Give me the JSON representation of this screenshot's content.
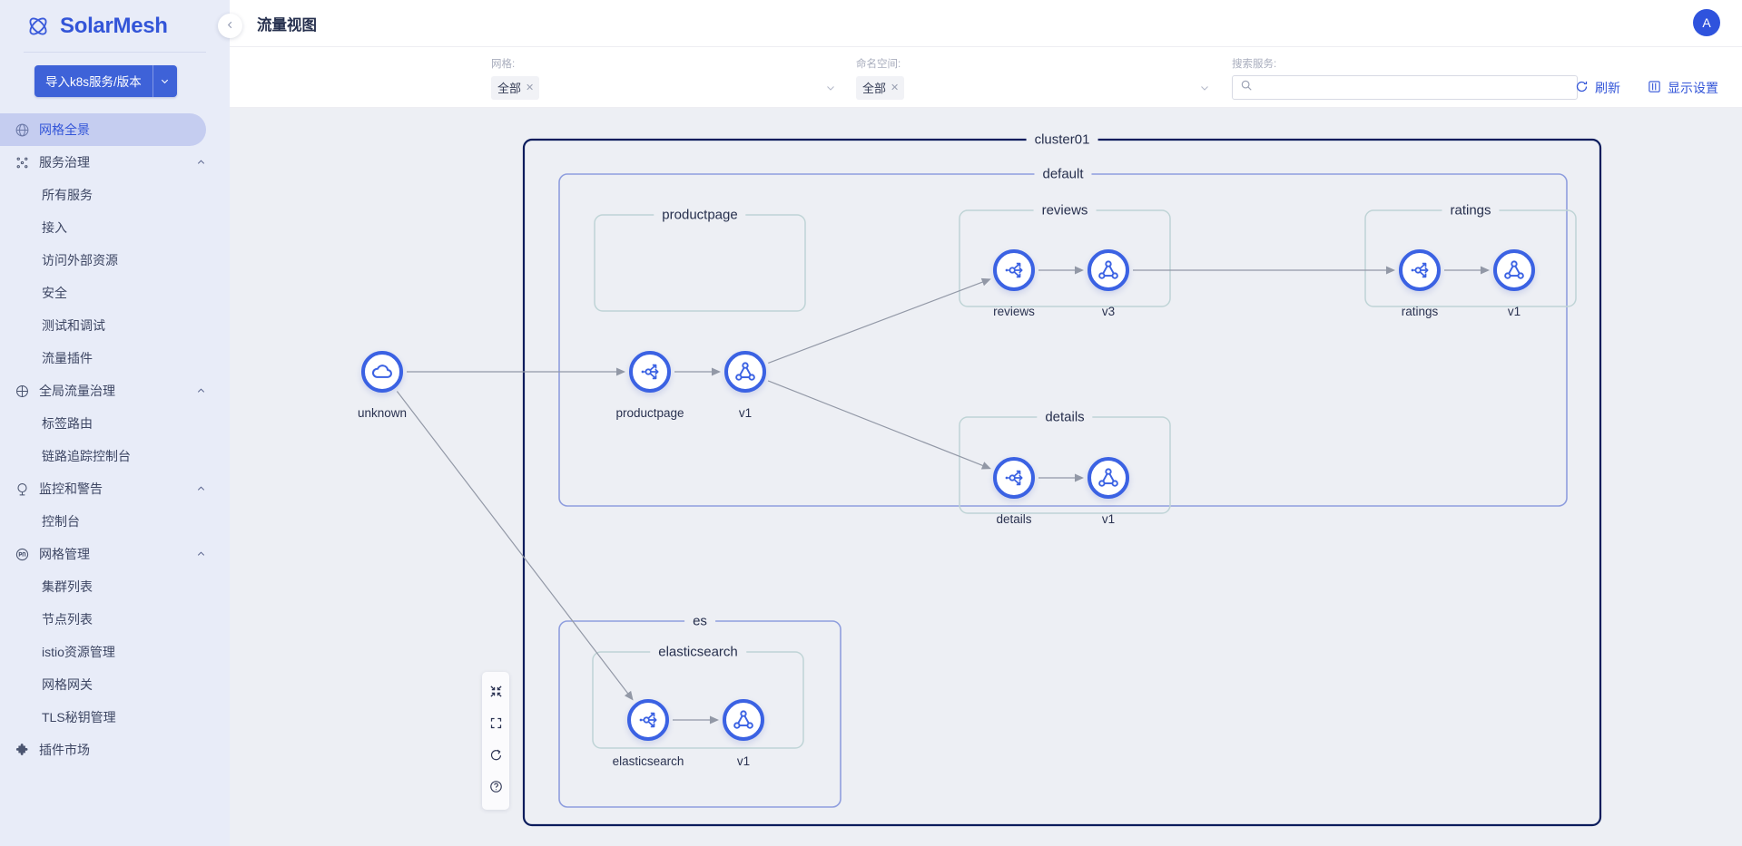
{
  "brand": {
    "name": "SolarMesh",
    "logo_icon": "atom-icon"
  },
  "sidebar": {
    "import_button": {
      "label": "导入k8s服务/版本",
      "caret_icon": "chevron-down-icon"
    },
    "items": [
      {
        "label": "网格全景",
        "icon": "globe-icon",
        "level": "group",
        "active": true,
        "caret": false
      },
      {
        "label": "服务治理",
        "icon": "nodes-icon",
        "level": "group",
        "active": false,
        "caret": true
      },
      {
        "label": "所有服务",
        "level": "child"
      },
      {
        "label": "接入",
        "level": "child"
      },
      {
        "label": "访问外部资源",
        "level": "child"
      },
      {
        "label": "安全",
        "level": "child"
      },
      {
        "label": "测试和调试",
        "level": "child"
      },
      {
        "label": "流量插件",
        "level": "child"
      },
      {
        "label": "全局流量治理",
        "icon": "flow-icon",
        "level": "group",
        "active": false,
        "caret": true
      },
      {
        "label": "标签路由",
        "level": "child"
      },
      {
        "label": "链路追踪控制台",
        "level": "child"
      },
      {
        "label": "监控和警告",
        "icon": "monitor-icon",
        "level": "group",
        "active": false,
        "caret": true
      },
      {
        "label": "控制台",
        "level": "child"
      },
      {
        "label": "网格管理",
        "icon": "mesh-icon",
        "level": "group",
        "active": false,
        "caret": true
      },
      {
        "label": "集群列表",
        "level": "child"
      },
      {
        "label": "节点列表",
        "level": "child"
      },
      {
        "label": "istio资源管理",
        "level": "child"
      },
      {
        "label": "网格网关",
        "level": "child"
      },
      {
        "label": "TLS秘钥管理",
        "level": "child"
      },
      {
        "label": "插件市场",
        "icon": "puzzle-icon",
        "level": "group",
        "active": false,
        "caret": false
      }
    ]
  },
  "header": {
    "title": "流量视图",
    "collapse_icon": "chevron-left-icon",
    "avatar_initial": "A"
  },
  "filters": [
    {
      "label": "网格:",
      "value": "全部",
      "remove_icon": "close-icon",
      "caret_icon": "chevron-down-icon"
    },
    {
      "label": "命名空间:",
      "value": "全部",
      "remove_icon": "close-icon",
      "caret_icon": "chevron-down-icon"
    }
  ],
  "search": {
    "label": "搜索服务:",
    "value": "",
    "placeholder": "",
    "icon": "search-icon"
  },
  "bar_actions": [
    {
      "label": "刷新",
      "icon": "refresh-icon"
    },
    {
      "label": "显示设置",
      "icon": "display-settings-icon"
    }
  ],
  "canvas_toolbar": [
    {
      "icon": "collapse-arrows-icon"
    },
    {
      "icon": "fit-screen-icon"
    },
    {
      "icon": "reload-icon"
    },
    {
      "icon": "help-circle-icon"
    }
  ],
  "colors": {
    "brand": "#3355d8",
    "accent": "#3b62e3",
    "cluster_border": "#0b1c5c",
    "namespace_border": "#8f9ede",
    "service_border": "#bfd4d6",
    "canvas_bg": "#edeff4",
    "sidebar_bg": "#e8ecf8"
  },
  "graph": {
    "cluster": {
      "label": "cluster01"
    },
    "namespaces": [
      {
        "label": "default"
      },
      {
        "label": "es"
      }
    ],
    "service_groups": [
      {
        "label": "productpage"
      },
      {
        "label": "reviews"
      },
      {
        "label": "ratings"
      },
      {
        "label": "details"
      },
      {
        "label": "elasticsearch"
      }
    ],
    "nodes": [
      {
        "name": "unknown",
        "label": "unknown",
        "icon": "cloud-icon",
        "kind": "external"
      },
      {
        "name": "productpage",
        "label": "productpage",
        "icon": "service-route-icon",
        "kind": "service"
      },
      {
        "name": "productpage-v1",
        "label": "v1",
        "icon": "workload-share-icon",
        "kind": "version"
      },
      {
        "name": "reviews",
        "label": "reviews",
        "icon": "service-route-icon",
        "kind": "service"
      },
      {
        "name": "reviews-v3",
        "label": "v3",
        "icon": "workload-share-icon",
        "kind": "version"
      },
      {
        "name": "ratings",
        "label": "ratings",
        "icon": "service-route-icon",
        "kind": "service"
      },
      {
        "name": "ratings-v1",
        "label": "v1",
        "icon": "workload-share-icon",
        "kind": "version"
      },
      {
        "name": "details",
        "label": "details",
        "icon": "service-route-icon",
        "kind": "service"
      },
      {
        "name": "details-v1",
        "label": "v1",
        "icon": "workload-share-icon",
        "kind": "version"
      },
      {
        "name": "elasticsearch",
        "label": "elasticsearch",
        "icon": "service-route-icon",
        "kind": "service"
      },
      {
        "name": "elasticsearch-v1",
        "label": "v1",
        "icon": "workload-share-icon",
        "kind": "version"
      }
    ],
    "edges": [
      {
        "from": "unknown",
        "to": "productpage"
      },
      {
        "from": "unknown",
        "to": "elasticsearch"
      },
      {
        "from": "productpage",
        "to": "productpage-v1"
      },
      {
        "from": "productpage-v1",
        "to": "reviews"
      },
      {
        "from": "productpage-v1",
        "to": "details"
      },
      {
        "from": "reviews",
        "to": "reviews-v3"
      },
      {
        "from": "reviews-v3",
        "to": "ratings"
      },
      {
        "from": "ratings",
        "to": "ratings-v1"
      },
      {
        "from": "details",
        "to": "details-v1"
      },
      {
        "from": "elasticsearch",
        "to": "elasticsearch-v1"
      }
    ]
  }
}
